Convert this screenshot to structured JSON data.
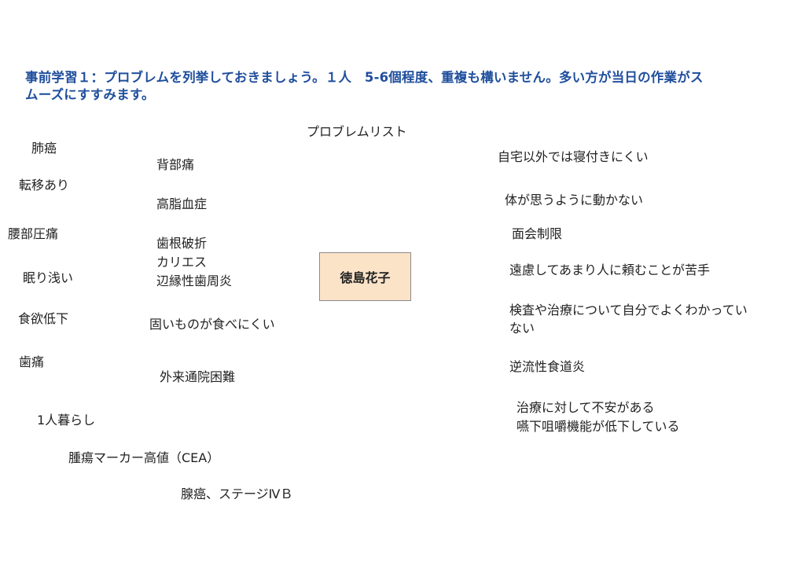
{
  "header": {
    "line1": "事前学習１：プロブレムを列挙しておきましょう。１人　5-6個程度、重複も構いません。多い方が当日の作業がス",
    "line2": "ムーズにすすみます。"
  },
  "list_title": "プロブレムリスト",
  "center_name": "徳島花子",
  "left_items": [
    "肺癌",
    "転移あり",
    "腰部圧痛",
    "眠り浅い",
    "食欲低下",
    "歯痛",
    "1人暮らし",
    "腫瘍マーカー高値（CEA）",
    "腺癌、ステージⅣＢ"
  ],
  "middle_items": [
    "背部痛",
    "高脂血症",
    "歯根破折",
    "カリエス",
    "辺縁性歯周炎",
    "固いものが食べにくい",
    "外来通院困難"
  ],
  "right_items": [
    "自宅以外では寝付きにくい",
    "体が思うように動かない",
    "面会制限",
    "遠慮してあまり人に頼むことが苦手",
    "検査や治療について自分でよくわかってい",
    "ない",
    "逆流性食道炎",
    "治療に対して不安がある",
    "嚥下咀嚼機能が低下している"
  ]
}
